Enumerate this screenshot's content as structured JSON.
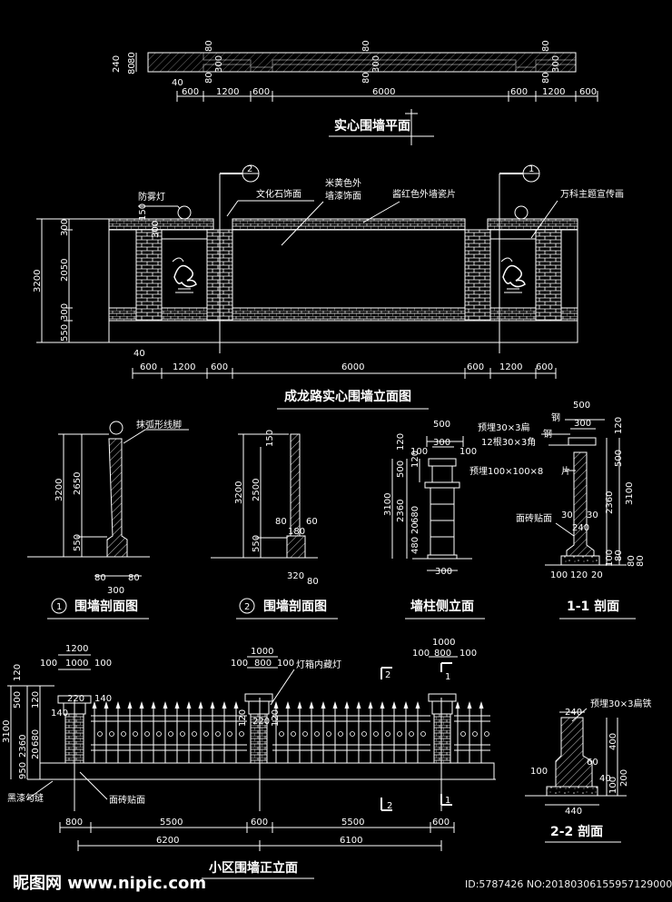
{
  "plan": {
    "title": "实心围墙平面",
    "left_dims": [
      "240",
      "80",
      "80"
    ],
    "side_dims": [
      "80",
      "80",
      "300",
      "80",
      "80"
    ],
    "offset_40": "40",
    "bottom_dims": [
      "600",
      "1200",
      "600",
      "6000",
      "600",
      "1200",
      "600"
    ]
  },
  "elevation": {
    "title": "成龙路实心围墙立面图",
    "labels": {
      "anti_fog_lamp": "防雾灯",
      "culture_stone": "文化石饰面",
      "beige_paint": "米黄色外",
      "beige_paint2": "墙漆饰面",
      "red_tile": "酱红色外墙瓷片",
      "vanke_logo": "万科主题宣传画"
    },
    "section_marks": [
      "2",
      "1"
    ],
    "left_dims": [
      "3200",
      "300",
      "2050",
      "300",
      "550"
    ],
    "inner_dims": [
      "150",
      "300"
    ],
    "offset_40": "40",
    "bottom_dims": [
      "600",
      "1200",
      "600",
      "6000",
      "600",
      "1200",
      "600"
    ]
  },
  "section1": {
    "title": "围墙剖面图",
    "num": "1",
    "label": "抹弧形线脚",
    "dims": [
      "3200",
      "2650",
      "550"
    ],
    "bottom": [
      "80",
      "80",
      "300"
    ]
  },
  "section2": {
    "title": "围墙剖面图",
    "num": "2",
    "dims": [
      "3200",
      "2500",
      "550",
      "150"
    ],
    "side": [
      "80",
      "60",
      "180"
    ],
    "bottom": [
      "320",
      "80"
    ]
  },
  "pillar_side": {
    "title": "墙柱侧立面",
    "top_dims": [
      "500",
      "300",
      "100",
      "100"
    ],
    "left_dims": [
      "120",
      "500",
      "120",
      "3100",
      "2360",
      "680",
      "480",
      "20"
    ],
    "bottom": "300"
  },
  "section11": {
    "title": "1-1 剖面",
    "labels": [
      "预埋30×3扁",
      "12根30×3角",
      "预埋100×100×8",
      "面砖贴面"
    ],
    "marks": [
      "钢",
      "钢",
      "片"
    ],
    "top_dims": [
      "500",
      "300",
      "120"
    ],
    "right_dims": [
      "500",
      "3100",
      "2360",
      "80",
      "100",
      "80",
      "80"
    ],
    "inner": [
      "30",
      "30",
      "240"
    ],
    "bottom": [
      "100",
      "120",
      "20"
    ]
  },
  "fence": {
    "title": "小区围墙正立面",
    "labels": {
      "lamp_box": "灯箱内藏灯",
      "black_joint": "黑漆勾缝",
      "tile_face": "面砖贴面"
    },
    "top_left": [
      "1200",
      "1000",
      "100",
      "100"
    ],
    "top_mid": [
      "1000",
      "800",
      "100",
      "100"
    ],
    "top_right": [
      "1000",
      "800",
      "100",
      "100"
    ],
    "pillar_dims": [
      "220",
      "140",
      "140",
      "120",
      "220",
      "120"
    ],
    "left_dims": [
      "120",
      "500",
      "3100",
      "2360",
      "680",
      "20",
      "950"
    ],
    "section_marks": [
      "2",
      "1",
      "2",
      "1"
    ],
    "bottom_dims": [
      "800",
      "5500",
      "600",
      "5500",
      "600"
    ],
    "bottom_dims2": [
      "6200",
      "6100"
    ]
  },
  "section22": {
    "title": "2-2 剖面",
    "label": "预埋30×3扁铁",
    "dims": [
      "240",
      "400",
      "60",
      "100",
      "40",
      "200",
      "100",
      "440"
    ]
  },
  "footer": {
    "logo": "昵图网 www.nipic.com",
    "id": "ID:5787426 NO:20180306155957129000"
  }
}
